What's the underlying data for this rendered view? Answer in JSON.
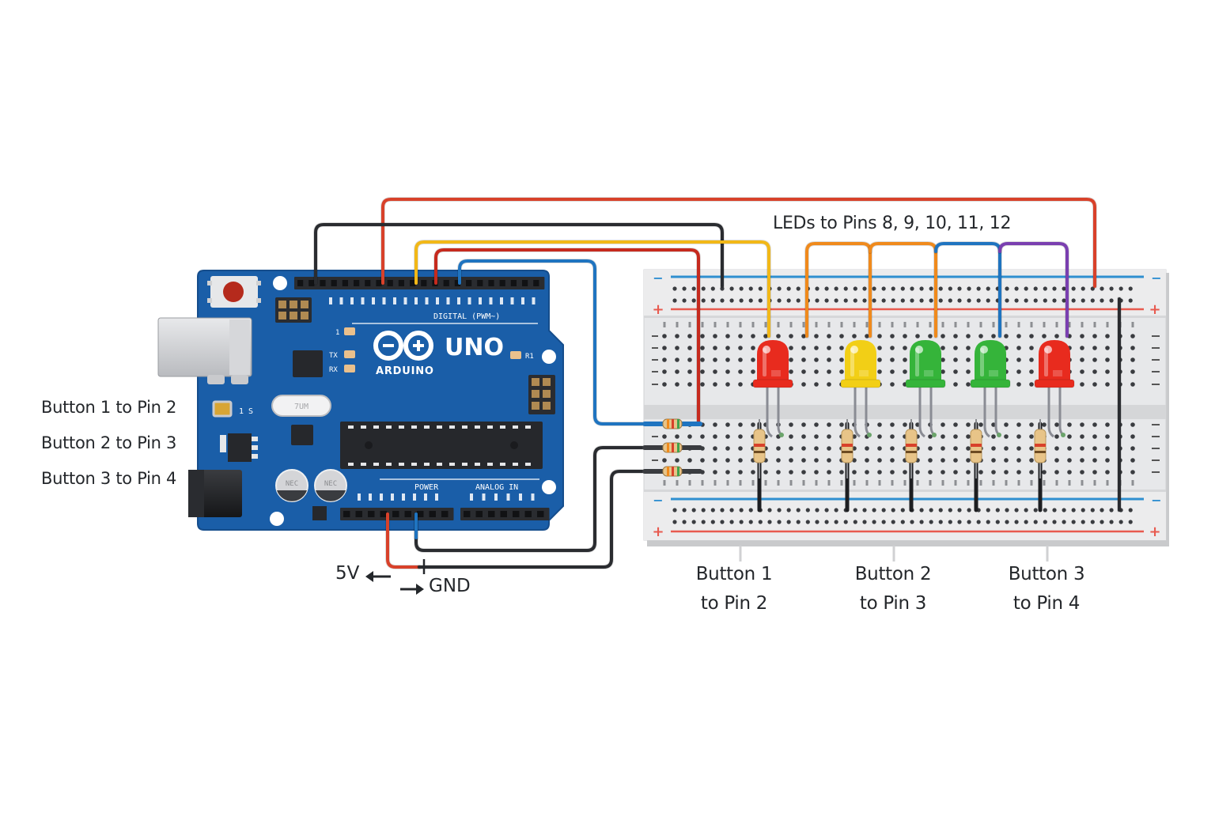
{
  "diagram": {
    "title": "LEDs to Pins 8, 9, 10, 11, 12",
    "left_labels": [
      "Button 1 to Pin 2",
      "Button 2 to Pin 3",
      "Button 3 to Pin 4"
    ],
    "bottom_labels": [
      {
        "line1": "Button 1",
        "line2": "to Pin 2"
      },
      {
        "line1": "Button 2",
        "line2": "to Pin 3"
      },
      {
        "line1": "Button 3",
        "line2": "to Pin 4"
      }
    ],
    "power_labels": {
      "v5": "5V",
      "gnd": "GND"
    }
  },
  "board": {
    "brand": "ARDUINO",
    "model": "UNO",
    "digital_label": "DIGITAL (PWM~)",
    "power_header_label": "POWER",
    "analog_header_label": "ANALOG IN",
    "crystal_label": "7UM",
    "capacitor_label": "NEC",
    "r1_label": "R1",
    "led_label_1": "1",
    "led_label_tx": "TX",
    "led_label_rx": "RX",
    "l_label": "1 S",
    "colors": {
      "board": "#1a5ea8",
      "header": "#2a2c30",
      "chip": "#26282c"
    }
  },
  "breadboard": {
    "rail_minus": "−",
    "rail_plus": "+",
    "colors": {
      "body": "#e7e8ea",
      "rail_blue": "#2f8fd0",
      "rail_red": "#e85a4f",
      "hole": "#3a3c40"
    }
  },
  "leds": [
    {
      "color_name": "red",
      "fill": "#e82b1e",
      "pin": 8
    },
    {
      "color_name": "yellow",
      "fill": "#f2cf16",
      "pin": 9
    },
    {
      "color_name": "green",
      "fill": "#35b43a",
      "pin": 10
    },
    {
      "color_name": "green",
      "fill": "#35b43a",
      "pin": 11
    },
    {
      "color_name": "red",
      "fill": "#e82b1e",
      "pin": 12
    }
  ],
  "wires": {
    "colors": {
      "red": "#d8412a",
      "black": "#2a2c30",
      "yellow": "#f2b817",
      "orange": "#f08a1c",
      "blue": "#1f74c0",
      "purple": "#7a3fb0",
      "dark_red": "#c62a1e"
    }
  }
}
